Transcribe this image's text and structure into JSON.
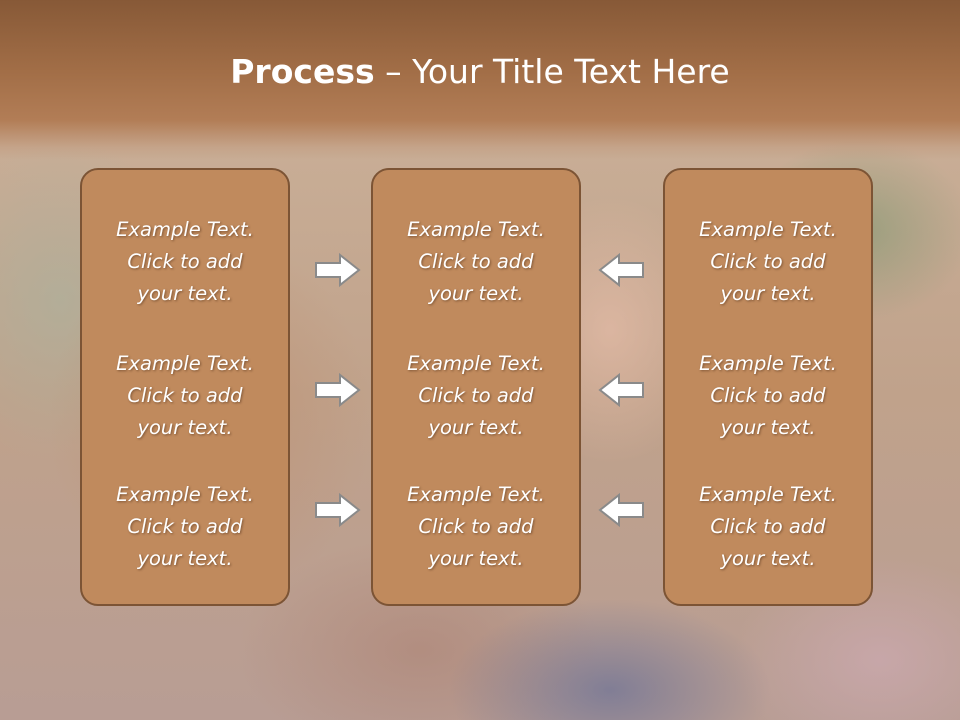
{
  "title": {
    "bold": "Process",
    "dash": " – ",
    "rest": "Your Title Text Here"
  },
  "columns": [
    {
      "items": [
        {
          "line1": "Example Text.",
          "line2": "Click  to add",
          "line3": "your text."
        },
        {
          "line1": "Example Text.",
          "line2": "Click  to add",
          "line3": "your text."
        },
        {
          "line1": "Example Text.",
          "line2": "Click  to add",
          "line3": "your text."
        }
      ]
    },
    {
      "items": [
        {
          "line1": "Example Text.",
          "line2": "Click  to add",
          "line3": "your text."
        },
        {
          "line1": "Example Text.",
          "line2": "Click  to add",
          "line3": "your text."
        },
        {
          "line1": "Example Text.",
          "line2": "Click  to add",
          "line3": "your text."
        }
      ]
    },
    {
      "items": [
        {
          "line1": "Example Text.",
          "line2": "Click  to add",
          "line3": "your text."
        },
        {
          "line1": "Example Text.",
          "line2": "Click  to add",
          "line3": "your text."
        },
        {
          "line1": "Example Text.",
          "line2": "Click  to add",
          "line3": "your text."
        }
      ]
    }
  ],
  "arrows": {
    "left_group": "right-arrow-icon",
    "right_group": "left-arrow-icon"
  },
  "colors": {
    "title_band": "#a26e47",
    "box_fill": "#c08a5d",
    "box_border": "#7c5435",
    "text": "#ffffff"
  }
}
